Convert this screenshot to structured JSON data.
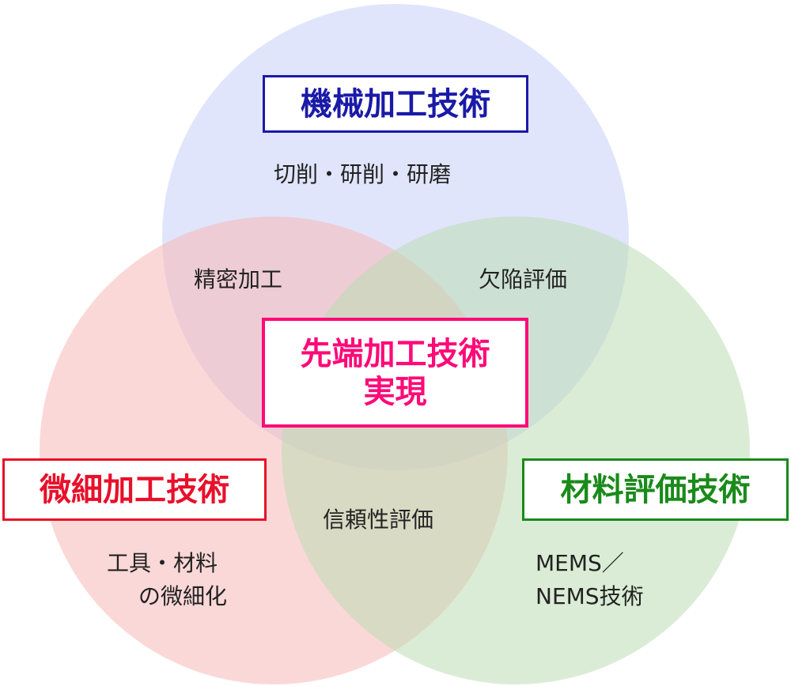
{
  "colors": {
    "blue": "#1a1aa8",
    "red": "#e8102a",
    "green": "#1a8a1a",
    "pink": "#ff0a78",
    "blue_fill": "#c7d0f8",
    "red_fill": "#f8b8b8",
    "green_fill": "#bddcb4"
  },
  "circles": {
    "top": {
      "title": "機械加工技術",
      "desc": "切削・研削・研磨"
    },
    "left": {
      "title": "微細加工技術",
      "desc_line1": "工具・材料",
      "desc_line2": "の微細化"
    },
    "right": {
      "title": "材料評価技術",
      "desc_line1": "MEMS／",
      "desc_line2": "NEMS技術"
    }
  },
  "overlaps": {
    "top_left": "精密加工",
    "top_right": "欠陥評価",
    "left_right": "信頼性評価"
  },
  "center": {
    "line1": "先端加工技術",
    "line2": "実現"
  }
}
